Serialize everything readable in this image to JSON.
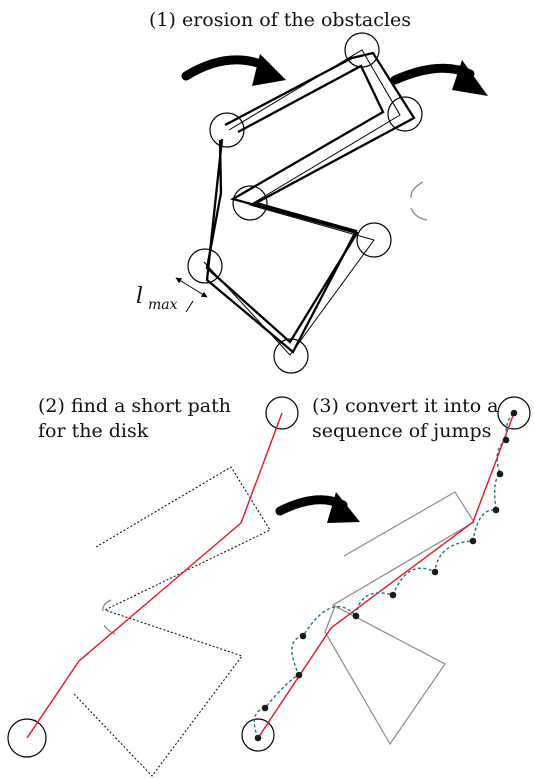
{
  "panel1": {
    "caption": "(1) erosion of the obstacles",
    "lmax_symbol": "l",
    "lmax_subscript": "max"
  },
  "panel2": {
    "caption_line1": "(2) find a short path",
    "caption_line2": "for the disk"
  },
  "panel3": {
    "caption_line1": "(3) convert it into a",
    "caption_line2": "sequence of jumps"
  },
  "colors": {
    "path": "#e8141e",
    "jumps": "#1f6e8c",
    "obstacle": "#000000",
    "obstacle_light": "#8a8a8a"
  }
}
